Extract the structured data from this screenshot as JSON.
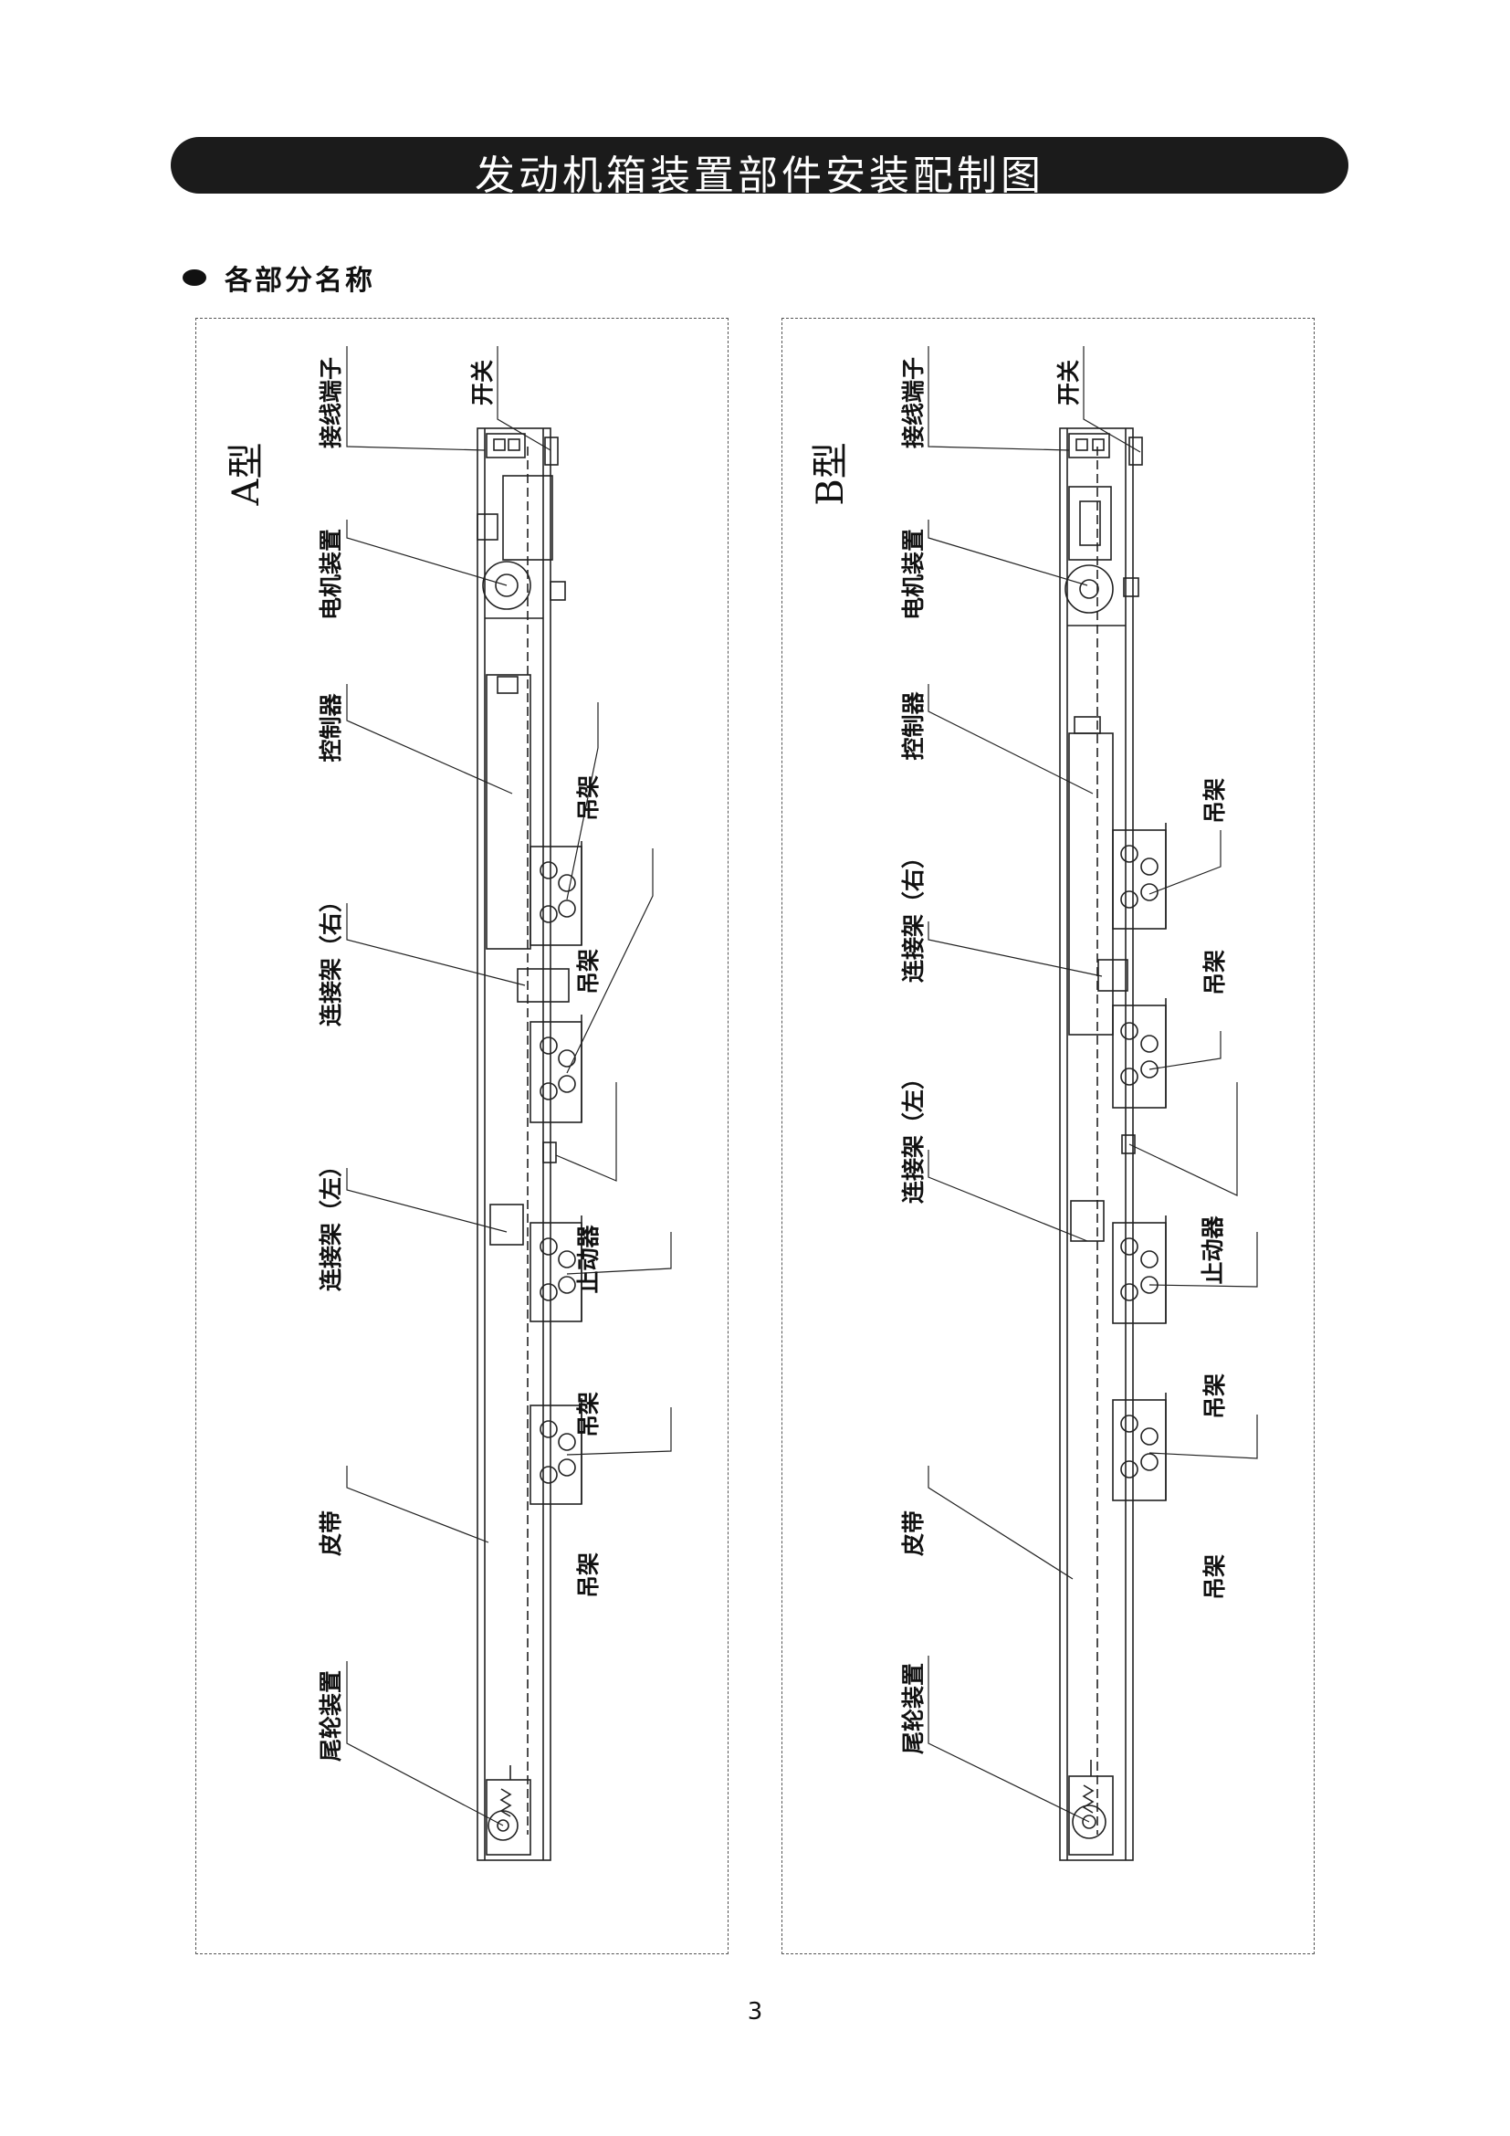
{
  "page_title": "发动机箱装置部件安装配制图",
  "section_heading": "各部分名称",
  "page_number": "3",
  "panel_a": {
    "type_label": "A型",
    "labels": {
      "terminal": "接线端子",
      "switch": "开关",
      "motor": "电机装置",
      "controller": "控制器",
      "connector_right": "连接架（右）",
      "hanger_1": "吊架",
      "hanger_2": "吊架",
      "connector_left": "连接架（左）",
      "stopper": "止动器",
      "hanger_3": "吊架",
      "belt": "皮带",
      "hanger_4": "吊架",
      "tail_wheel": "尾轮装置"
    }
  },
  "panel_b": {
    "type_label": "B型",
    "labels": {
      "terminal": "接线端子",
      "switch": "开关",
      "motor": "电机装置",
      "controller": "控制器",
      "hanger_1": "吊架",
      "connector_right": "连接架（右）",
      "hanger_2": "吊架",
      "connector_left": "连接架（左）",
      "stopper": "止动器",
      "hanger_3": "吊架",
      "belt": "皮带",
      "hanger_4": "吊架",
      "tail_wheel": "尾轮装置"
    }
  }
}
